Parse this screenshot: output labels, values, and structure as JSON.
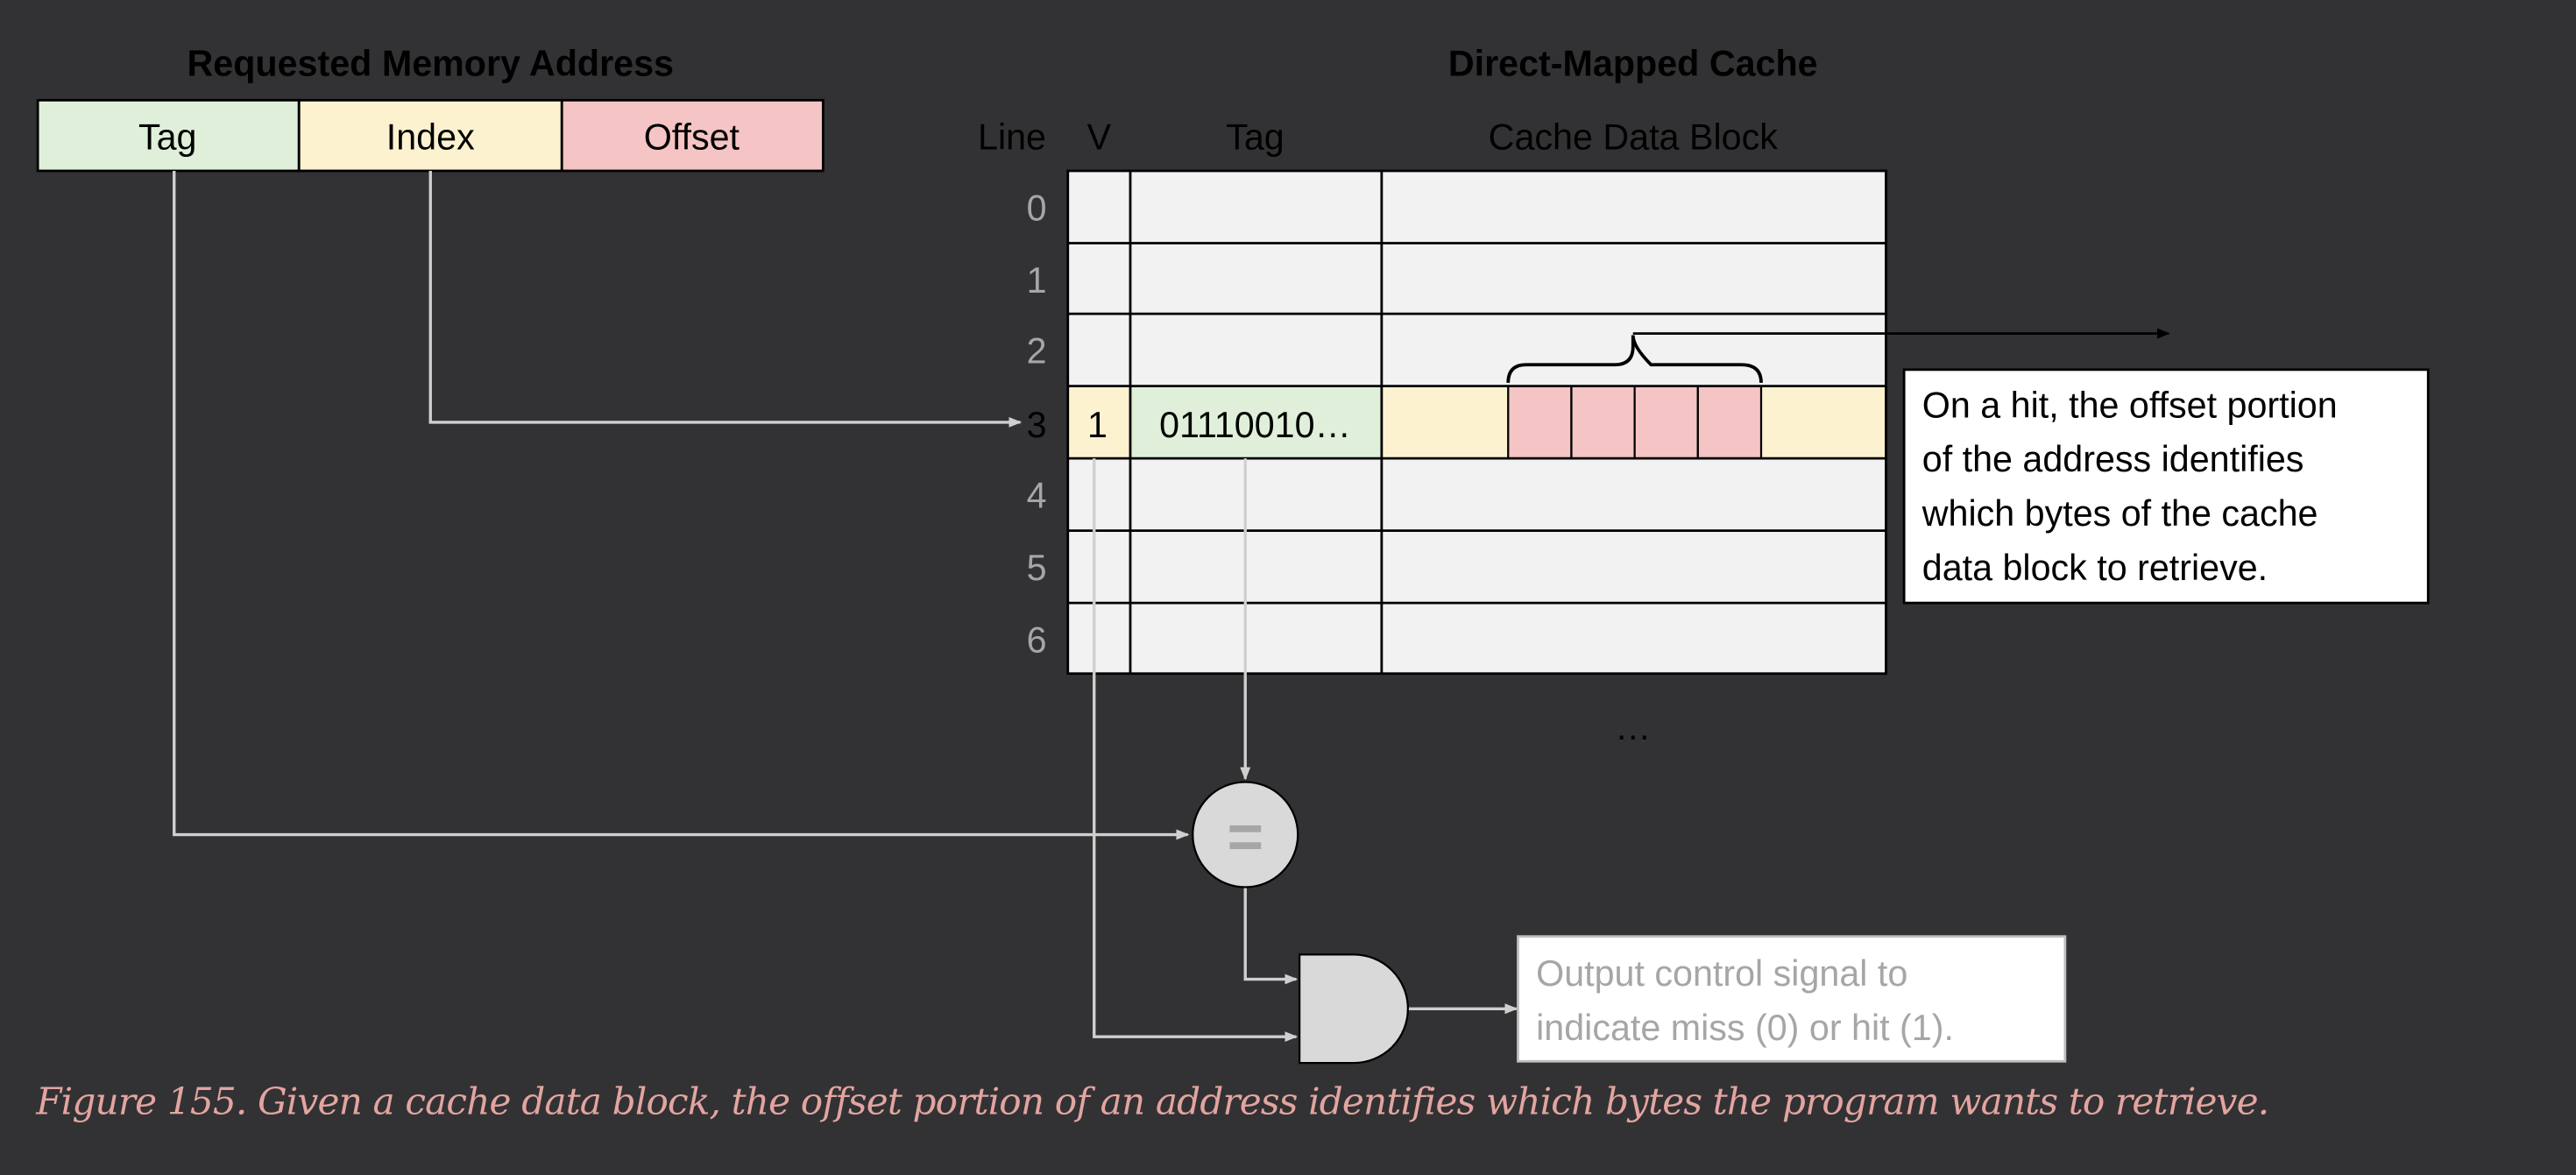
{
  "diagram": {
    "address": {
      "title": "Requested Memory Address",
      "fields": [
        {
          "label": "Tag",
          "color": "#e0efd9"
        },
        {
          "label": "Index",
          "color": "#fdf2d0"
        },
        {
          "label": "Offset",
          "color": "#f5c4c4"
        }
      ]
    },
    "cache": {
      "title": "Direct-Mapped Cache",
      "headers": {
        "line": "Line",
        "valid": "V",
        "tag": "Tag",
        "data": "Cache Data Block"
      },
      "line_numbers": [
        "0",
        "1",
        "2",
        "3",
        "4",
        "5",
        "6"
      ],
      "highlighted_row": {
        "line": "3",
        "valid": "1",
        "tag": "01110010…"
      },
      "ellipsis": "…",
      "cell_color": "#f2f2f2",
      "row_highlight_color": "#fdf2d0",
      "tag_highlight_color": "#e0efd9",
      "offset_bytes_color": "#f5c4c4",
      "offset_byte_count": 4
    },
    "callout": "On a hit, the offset portion of the address identifies which bytes of the cache data block to retrieve.",
    "callout_lines": [
      "On a hit, the offset portion",
      "of the address identifies",
      "which bytes of the cache",
      "data block to retrieve."
    ],
    "comparator_symbol": "=",
    "output_note": "Output control signal to indicate miss (0) or hit (1).",
    "output_note_lines": [
      "Output control signal to",
      "indicate miss (0) or hit (1)."
    ]
  },
  "caption": "Figure 155. Given a cache data block, the offset portion of an address identifies which bytes the program wants to retrieve.",
  "colors": {
    "background": "#323234",
    "wire": "#cfcfcf",
    "gate_fill": "#d9d9d9",
    "caption": "#e3a4a0"
  }
}
